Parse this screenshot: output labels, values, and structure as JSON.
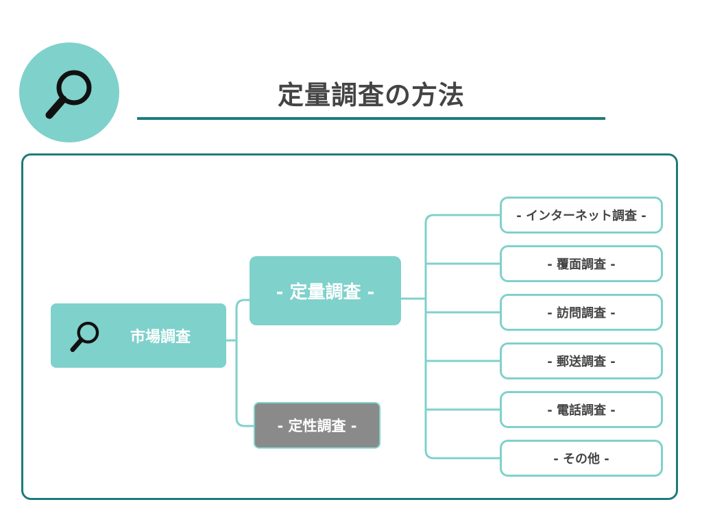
{
  "header": {
    "title": "定量調査の方法",
    "icon": "magnifier-icon",
    "accent_color": "#7fd1cb",
    "rule_color": "#1e7a7a"
  },
  "diagram": {
    "root": {
      "label": "市場調査",
      "icon": "magnifier-icon"
    },
    "branches": [
      {
        "label": "- 定量調査 -",
        "highlighted": true
      },
      {
        "label": "- 定性調査 -",
        "highlighted": false,
        "fill": "#8a8a8a"
      }
    ],
    "leaves": [
      {
        "label": "-  インターネット調査 -"
      },
      {
        "label": "-   覆面調査 -"
      },
      {
        "label": "-   訪問調査 -"
      },
      {
        "label": "-   郵送調査 -"
      },
      {
        "label": "-   電話調査 -"
      },
      {
        "label": "-  その他 -"
      }
    ]
  }
}
